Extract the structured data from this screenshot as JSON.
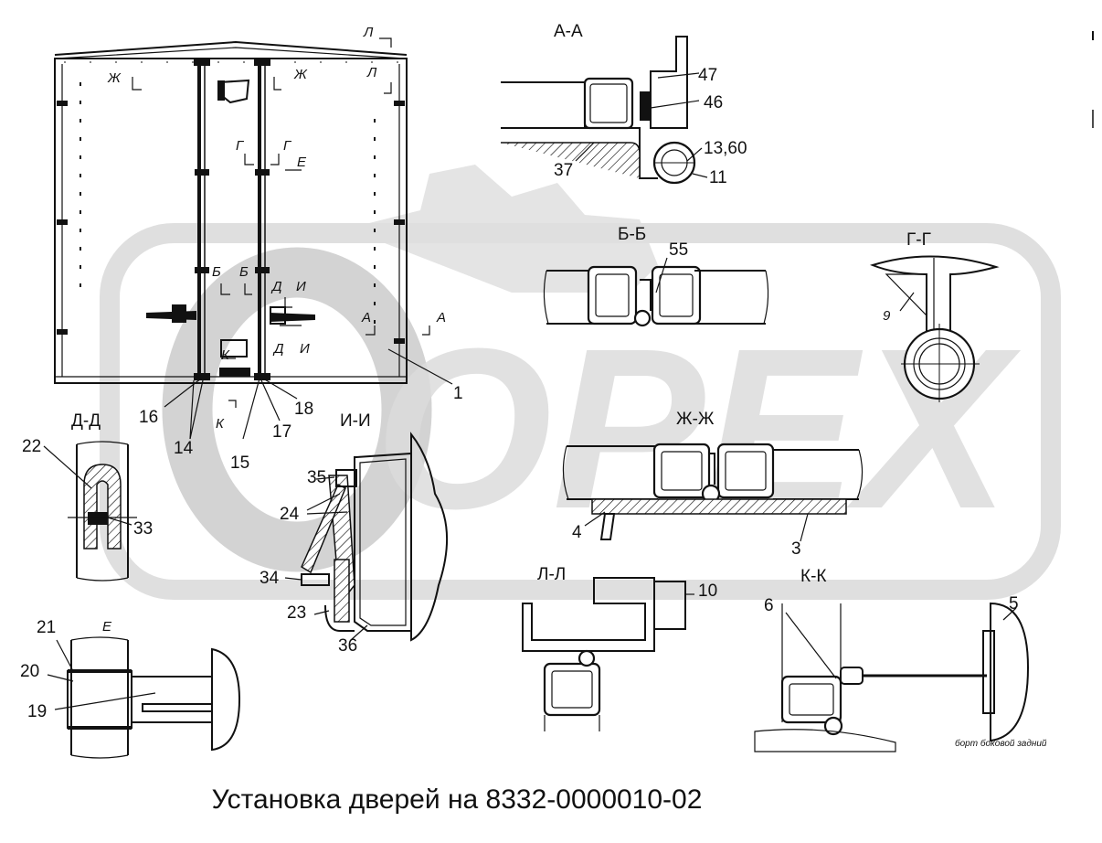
{
  "caption": "Установка дверей на 8332-0000010-02",
  "watermark": "OPEX",
  "section_titles": {
    "aa": "А-А",
    "bb": "Б-Б",
    "gg": "Г-Г",
    "dd": "Д-Д",
    "ii": "И-И",
    "zhzh": "Ж-Ж",
    "ll": "Л-Л",
    "kk": "К-К",
    "e": "Е"
  },
  "main_view_marks": {
    "zh1": "Ж",
    "zh2": "Ж",
    "l1": "Л",
    "l2": "Л",
    "g1": "Г",
    "g2": "Г",
    "e": "Е",
    "b1": "Б",
    "b2": "Б",
    "d1": "Д",
    "d2": "Д",
    "i1": "И",
    "i2": "И",
    "a1": "А",
    "a2": "А",
    "k1": "К",
    "k2": "К"
  },
  "callouts": {
    "c1": "1",
    "c16": "16",
    "c14": "14",
    "c15": "15",
    "c17": "17",
    "c18": "18",
    "c47": "47",
    "c46": "46",
    "c1360": "13,60",
    "c11": "11",
    "c37": "37",
    "c55": "55",
    "c9": "9",
    "c22": "22",
    "c33": "33",
    "c35": "35",
    "c24": "24",
    "c34": "34",
    "c23": "23",
    "c36": "36",
    "c4": "4",
    "c3": "3",
    "c10": "10",
    "c6": "6",
    "c5": "5",
    "c21": "21",
    "c20": "20",
    "c19": "19"
  },
  "kk_note": "борт боковой задний",
  "colors": {
    "line": "#111111",
    "watermark": "#d9d9d9",
    "background": "#ffffff"
  }
}
